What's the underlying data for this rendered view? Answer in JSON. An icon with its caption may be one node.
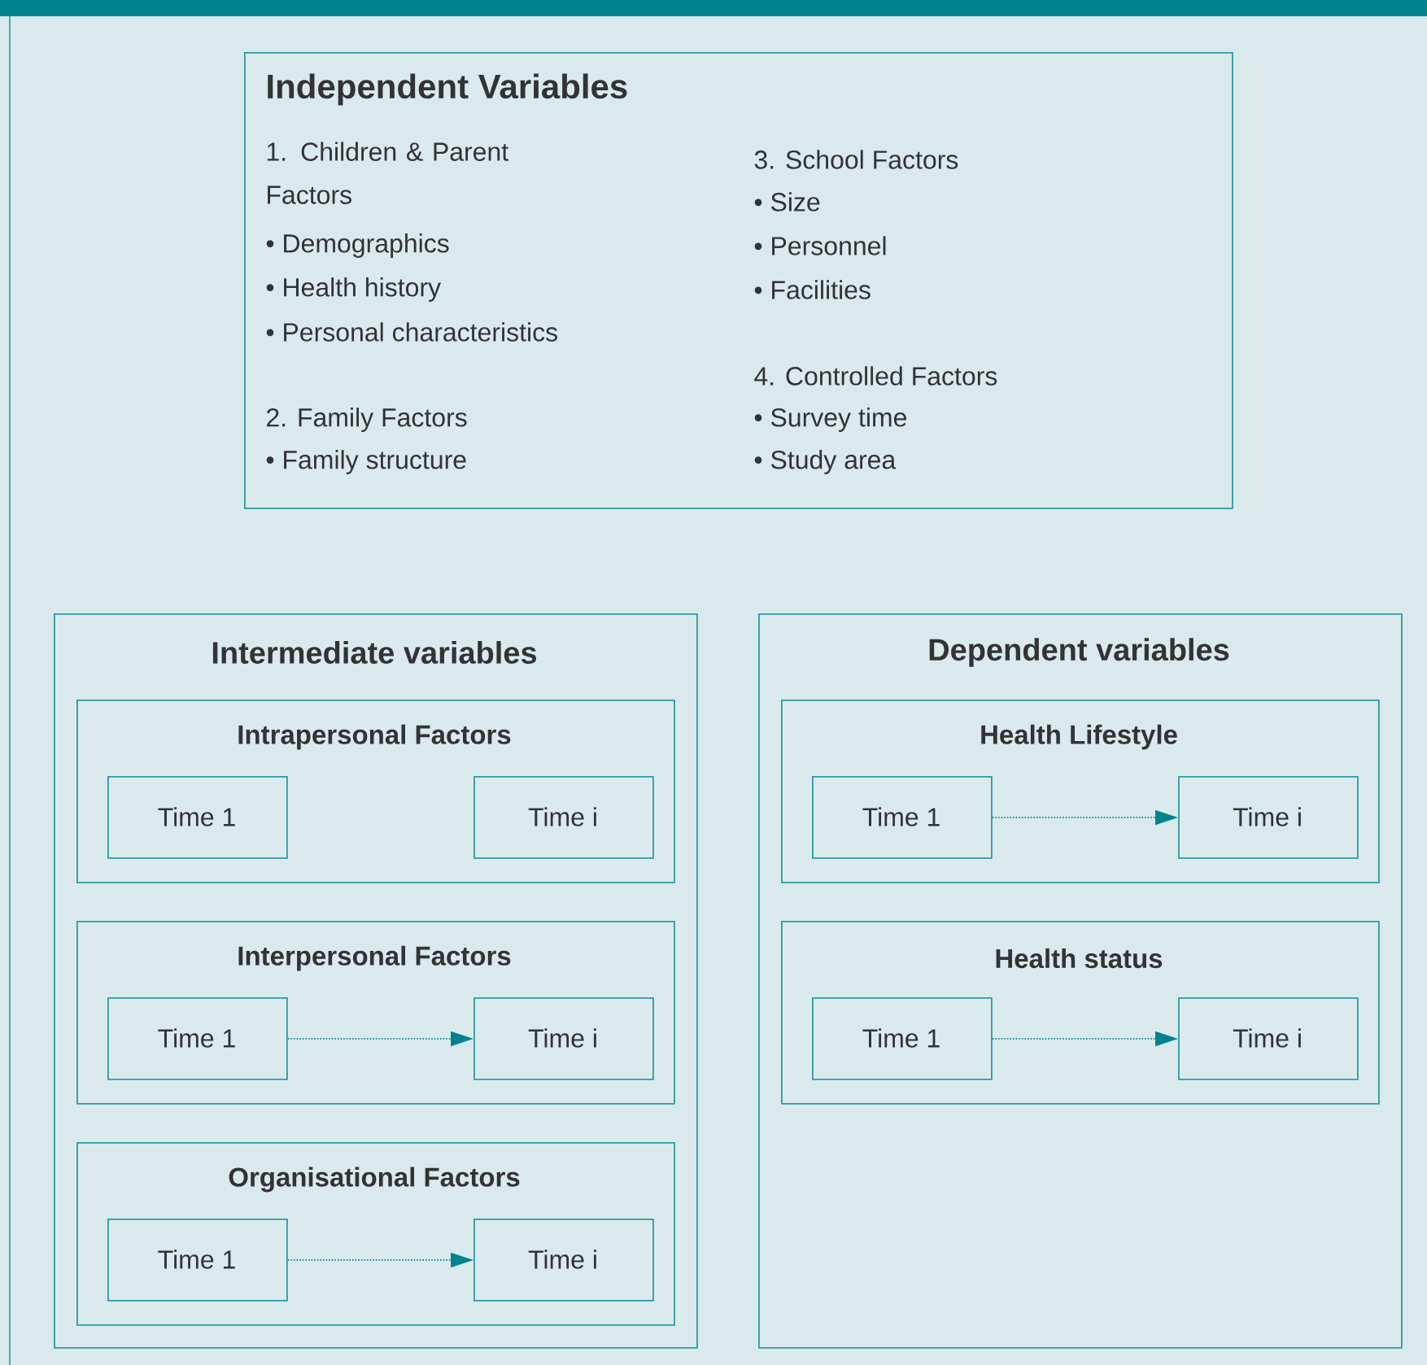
{
  "diagram": {
    "nodes": [
      {
        "text": [
          "Independent Variables",
          "1. Children & Parent Factors",
          "• Demographics",
          "• Health history",
          "• Personal characteristics",
          "2. Family Factors",
          "• Family structure",
          "3. School Factors",
          "• Size",
          "• Personnel",
          "• Facilities",
          "4. Controlled Factors",
          "• Survey time",
          "• Study area"
        ]
      },
      {
        "text": [
          "Intermediate variables"
        ]
      },
      {
        "text": [
          "Intrapersonal Factors"
        ],
        "in": 1
      },
      {
        "text": [
          "Time 1"
        ],
        "in": 2
      },
      {
        "text": [
          "Time i"
        ],
        "in": 2
      },
      {
        "text": [
          "Interpersonal Factors"
        ],
        "in": 1
      },
      {
        "text": [
          "Time 1"
        ],
        "in": 5
      },
      {
        "text": [
          "Time i"
        ],
        "in": 5
      },
      {
        "text": [
          "Organisational Factors"
        ],
        "in": 1
      },
      {
        "text": [
          "Time 1"
        ],
        "in": 8
      },
      {
        "text": [
          "Time i"
        ],
        "in": 8
      },
      {
        "text": [
          "Dependent variables"
        ]
      },
      {
        "text": [
          "Health Lifestyle"
        ],
        "in": 11
      },
      {
        "text": [
          "Time 1"
        ],
        "in": 12
      },
      {
        "text": [
          "Time i"
        ],
        "in": 12
      },
      {
        "text": [
          "Health status"
        ],
        "in": 11
      },
      {
        "text": [
          "Time 1"
        ],
        "in": 15
      },
      {
        "text": [
          "Time i"
        ],
        "in": 15
      }
    ],
    "edges": [
      {
        "from": 6,
        "to": 7,
        "arrow": "to",
        "style": "dashed"
      },
      {
        "from": 9,
        "to": 10,
        "arrow": "to",
        "style": "dashed"
      },
      {
        "from": 13,
        "to": 14,
        "arrow": "to",
        "style": "dashed"
      },
      {
        "from": 16,
        "to": 17,
        "arrow": "to",
        "style": "dashed"
      }
    ]
  }
}
